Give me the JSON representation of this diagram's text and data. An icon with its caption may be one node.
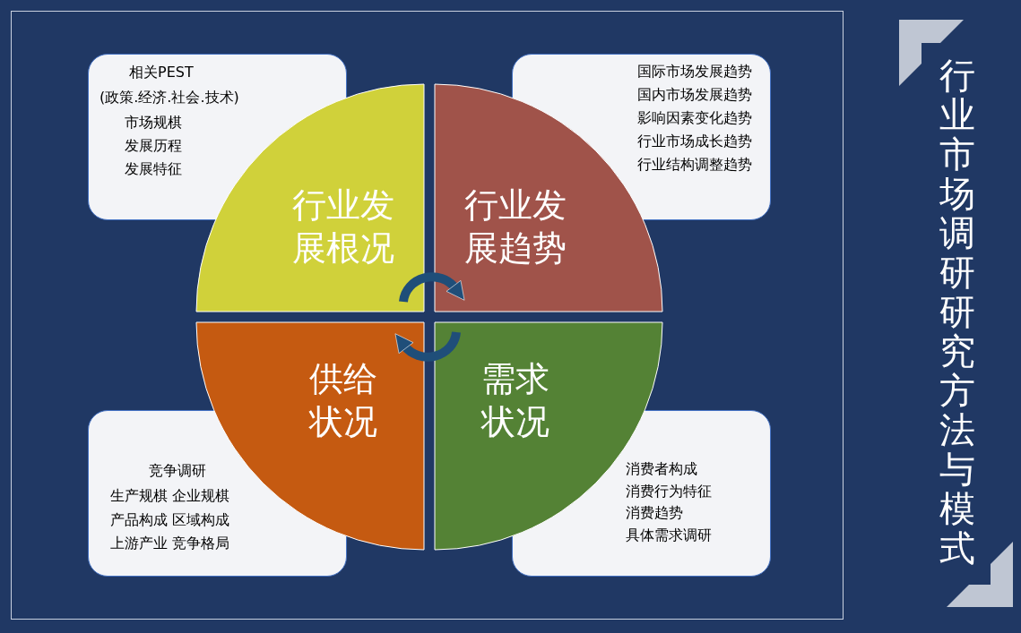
{
  "diagram": {
    "title": "行业市场调研研究方法与模式",
    "nodes": [
      {
        "text": [
          "相关PEST",
          "(政策.经济.社会.技术)",
          "市场规棋",
          "发展历程",
          "发展特征"
        ]
      },
      {
        "text": [
          "国际市场发展趋势",
          "国内市场发展趋势",
          "影响因素变化趋势",
          "行业市场成长趋势",
          "行业结构调整趋势"
        ]
      },
      {
        "text": [
          "行业发展根况"
        ]
      },
      {
        "text": [
          "行业发展趋势"
        ]
      },
      {
        "text": [
          "供给状况"
        ]
      },
      {
        "text": [
          "需求状况"
        ]
      },
      {
        "text": [
          "竞争调研",
          "生产规棋 企业规棋",
          "产品构成 区域构成",
          "上游产业 竞争格局"
        ]
      },
      {
        "text": [
          "消费者构成",
          "消费行为特征",
          "消费趋势",
          "具体需求调研"
        ]
      }
    ],
    "edges": [
      {
        "from": 2,
        "to": 3,
        "arrow": "to"
      },
      {
        "from": 5,
        "to": 4,
        "arrow": "to"
      }
    ]
  }
}
